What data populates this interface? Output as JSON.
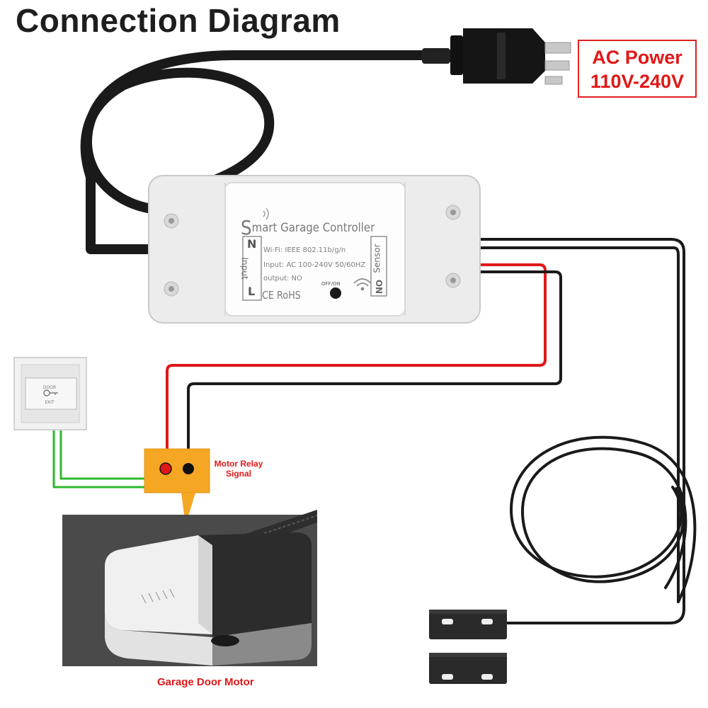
{
  "title": "Connection Diagram",
  "power_label": {
    "line1": "AC Power",
    "line2": "110V-240V"
  },
  "controller": {
    "brand_initial": "S",
    "name_rest": "mart Garage Controller",
    "specs": {
      "wifi": "Wi-Fi: IEEE 802.11b/g/n",
      "input": "Input: AC 100-240V  50/60HZ",
      "output": "output:  NO"
    },
    "certifications": "CE RoHS",
    "left_terminal": {
      "top_letter": "N",
      "label": "Input",
      "bottom_letter": "L"
    },
    "right_terminal": {
      "label": "Sensor",
      "bottom_letter": "NO"
    },
    "button_label": "OFF/ON"
  },
  "exit_switch": {
    "line1": "DOOR",
    "line2": "EXIT"
  },
  "relay_label": {
    "line1": "Motor Relay",
    "line2": "Signal"
  },
  "motor_label": "Garage Door Motor",
  "colors": {
    "accent_red": "#e01818",
    "cable_black": "#1a1a1a",
    "wire_red": "#e01818",
    "wire_green": "#2eb82e",
    "relay_orange": "#f5a623",
    "motor_photo_bg": "#4a4a4a"
  },
  "icons": [
    "power-plug-icon",
    "wifi-signal-icon",
    "door-key-icon",
    "magnetic-sensor-icon"
  ]
}
